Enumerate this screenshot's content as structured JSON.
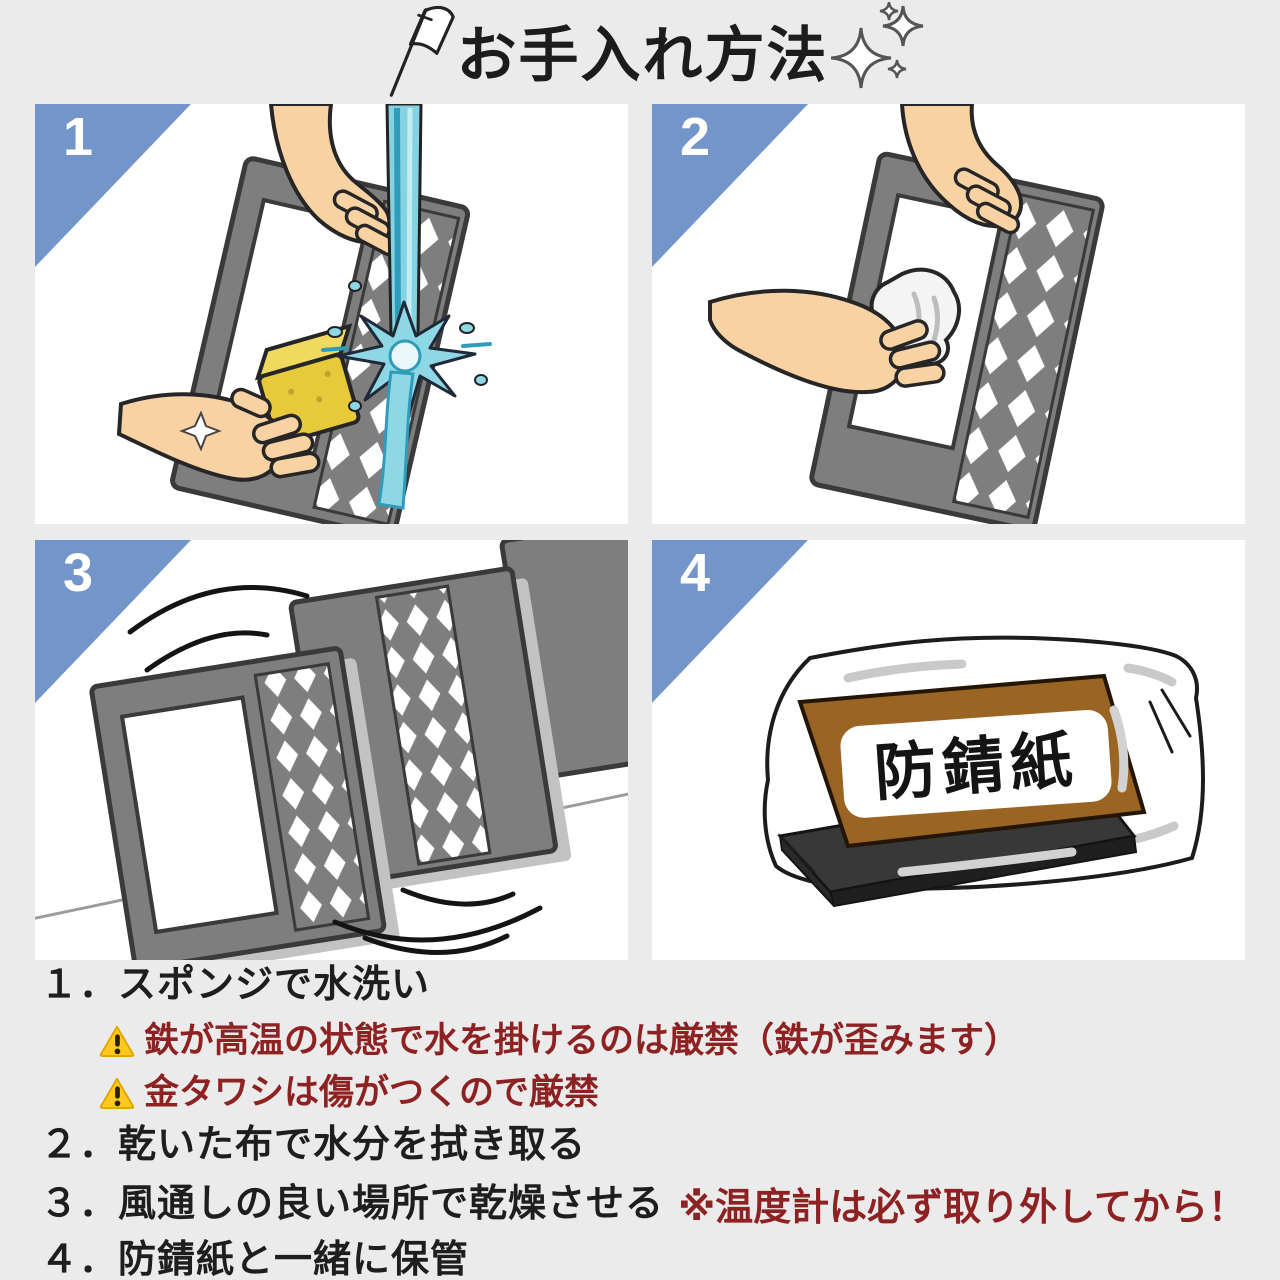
{
  "colors": {
    "background": "#ebebeb",
    "panel_background": "#ffffff",
    "corner_blue": "#7495ca",
    "number_white": "#ffffff",
    "heading_black": "#1c1c1c",
    "warning_red": "#8e2121",
    "warning_triangle_yellow": "#ffc91d",
    "metal_gray": "#7e7e7e",
    "sponge_yellow": "#e7c93a",
    "water_blue": "#85d3e2",
    "skin_tone": "#f8d2a2",
    "rust_paper_brown": "#9a6522"
  },
  "header": {
    "title": "お手入れ方法"
  },
  "panels": [
    {
      "number": "1"
    },
    {
      "number": "2"
    },
    {
      "number": "3"
    },
    {
      "number": "4",
      "bag_label": "防錆紙"
    }
  ],
  "instructions": {
    "step1": "１．スポンジで水洗い",
    "warning1": "鉄が高温の状態で水を掛けるのは厳禁（鉄が歪みます）",
    "warning2": "金タワシは傷がつくので厳禁",
    "step2": "２．乾いた布で水分を拭き取る",
    "step3": "３．風通しの良い場所で乾燥させる",
    "step4": "４．防錆紙と一緒に保管",
    "note": "※温度計は必ず取り外してから！"
  }
}
